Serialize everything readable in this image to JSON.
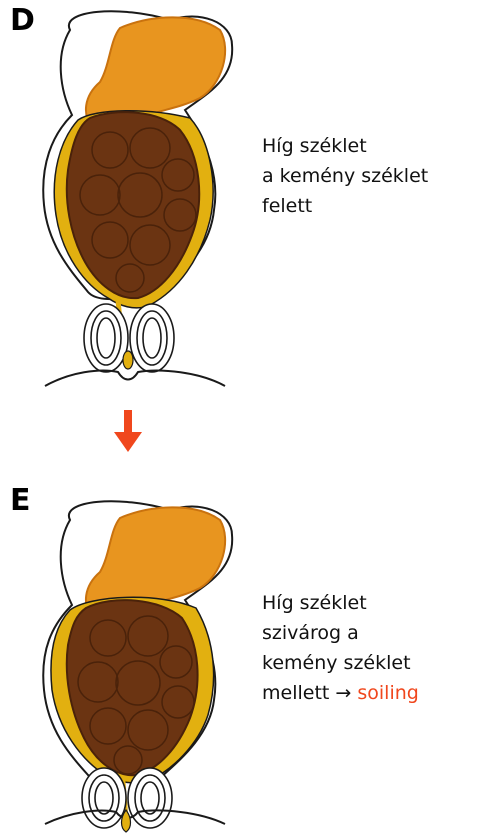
{
  "panels": [
    {
      "letter": "D",
      "lines": [
        "Híg széklet",
        "a kemény széklet",
        "felett"
      ]
    },
    {
      "letter": "E",
      "lines": [
        "Híg széklet",
        "szivárog a",
        "kemény széklet",
        "mellett →"
      ],
      "highlight": "soiling"
    }
  ],
  "colors": {
    "outline": "#1a1a1a",
    "liquid_stool": "#e8951f",
    "liquid_stool_dark": "#c9720e",
    "hard_stool": "#6b3412",
    "hard_stool_dark": "#4a220a",
    "mucosa_yellow": "#e2b010",
    "arrow": "#f0471d",
    "highlight": "#f0471d"
  }
}
